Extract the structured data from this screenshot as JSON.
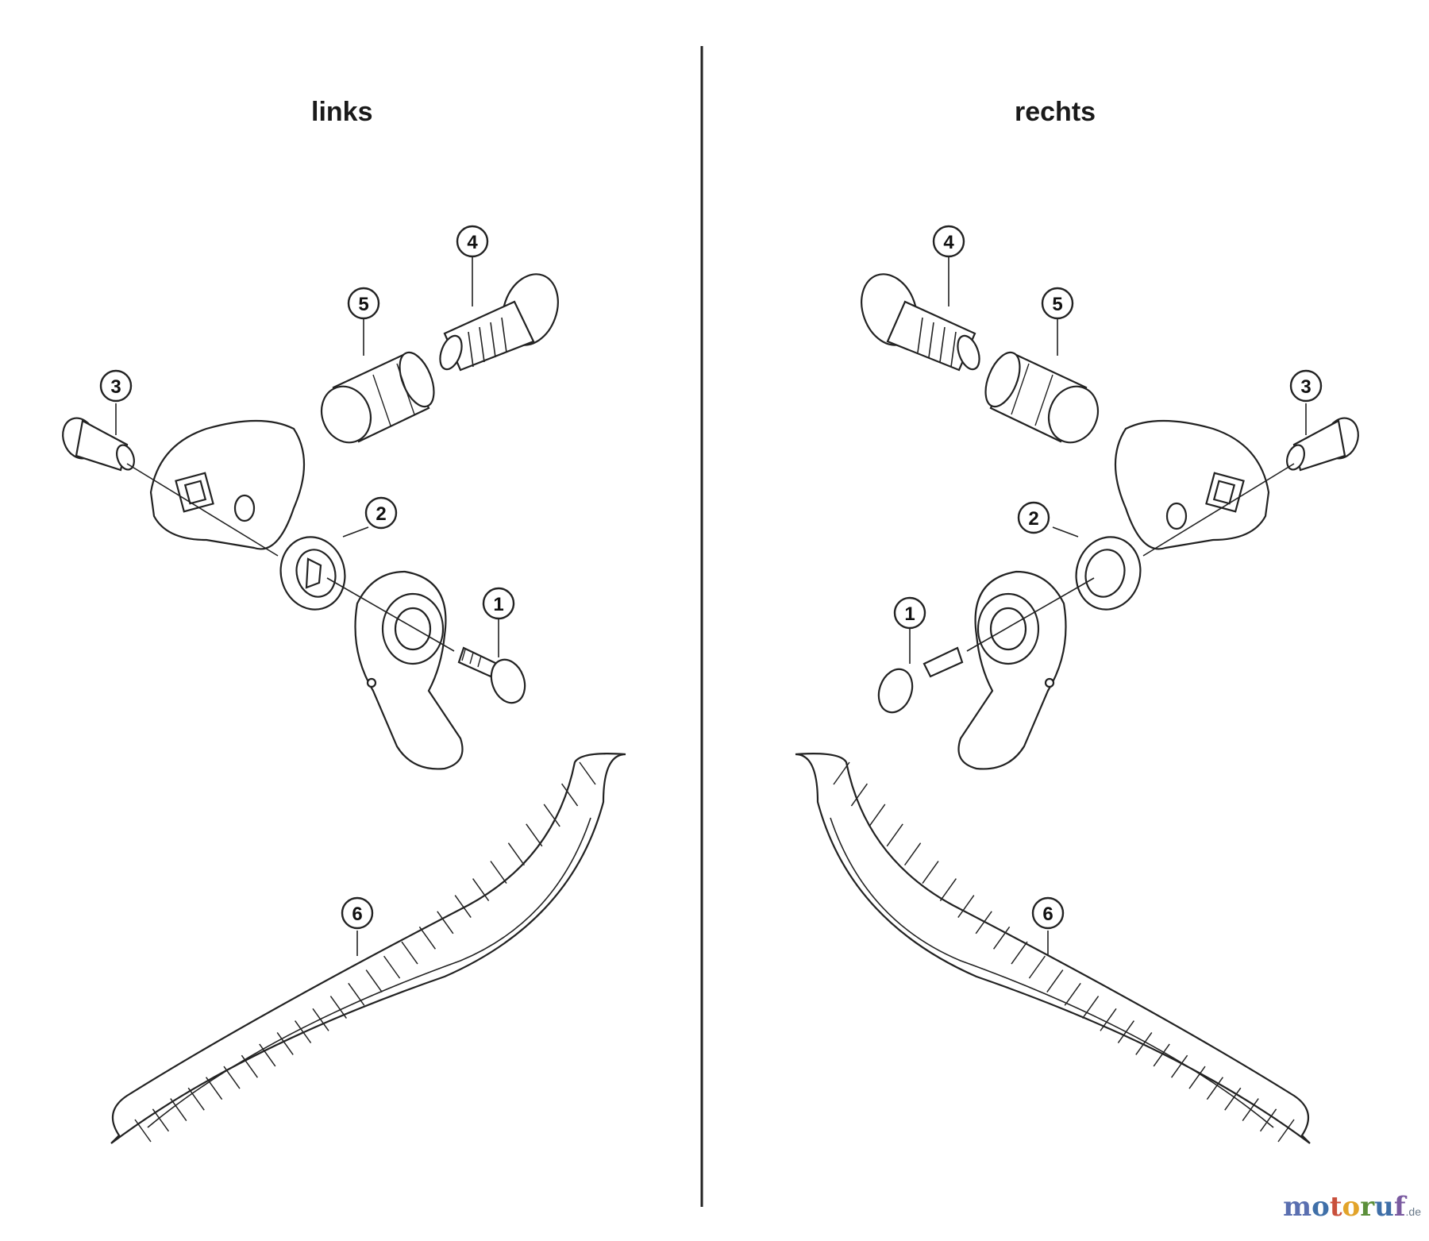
{
  "titles": {
    "left": "links",
    "right": "rechts"
  },
  "callouts": {
    "left": [
      "1",
      "2",
      "3",
      "4",
      "5",
      "6"
    ],
    "right": [
      "1",
      "2",
      "3",
      "4",
      "5",
      "6"
    ]
  },
  "watermark": {
    "letters": [
      "m",
      "o",
      "t",
      "o",
      "r",
      "u",
      "f"
    ],
    "tld": ".de",
    "colors": [
      "#5a6fb0",
      "#3f6fa8",
      "#c9503c",
      "#e2a32a",
      "#5b8f3a",
      "#3f6fa8",
      "#7a5aa0"
    ]
  },
  "line_color": "#222222"
}
